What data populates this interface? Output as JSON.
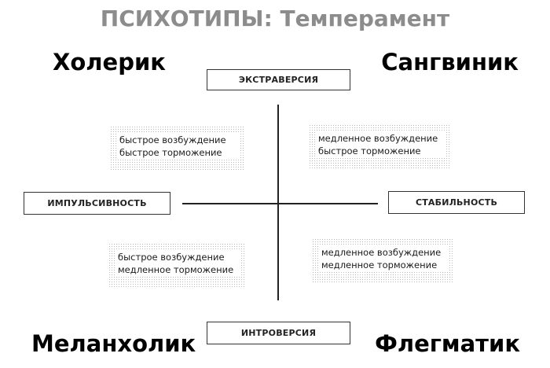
{
  "title": "ПСИХОТИПЫ: Темперамент",
  "temperaments": {
    "top_left": "Холерик",
    "top_right": "Сангвиник",
    "bottom_left": "Меланхолик",
    "bottom_right": "Флегматик"
  },
  "axes": {
    "top": "ЭКСТРАВЕРСИЯ",
    "bottom": "ИНТРОВЕРСИЯ",
    "left": "ИМПУЛЬСИВНОСТЬ",
    "right": "СТАБИЛЬНОСТЬ"
  },
  "quadrants": {
    "top_left": [
      "быстрое возбуждение",
      "быстрое торможение"
    ],
    "top_right": [
      "медленное возбуждение",
      "быстрое торможение"
    ],
    "bottom_left": [
      "быстрое возбуждение",
      "медленное торможение"
    ],
    "bottom_right": [
      "медленное возбуждение",
      "медленное торможение"
    ]
  }
}
